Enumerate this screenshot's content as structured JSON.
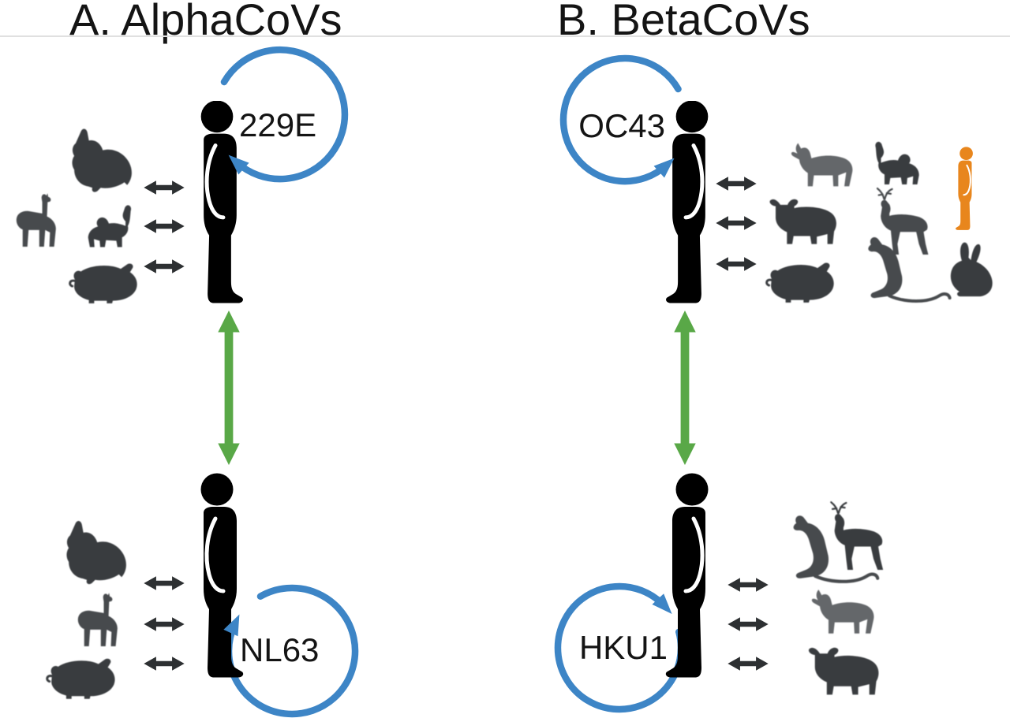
{
  "figure": {
    "panel_a": {
      "title": "A. AlphaCoVs",
      "top_virus": "229E",
      "top_animals": [
        "bat",
        "llama",
        "camel",
        "pig"
      ],
      "bottom_virus": "NL63",
      "bottom_animals": [
        "bat",
        "llama",
        "pig"
      ]
    },
    "panel_b": {
      "title": "B. BetaCoVs",
      "top_virus": "OC43",
      "top_animals": [
        "horse",
        "camel",
        "cow",
        "deer",
        "pig",
        "rat",
        "rabbit",
        "human"
      ],
      "bottom_virus": "HKU1",
      "bottom_animals": [
        "rat",
        "deer",
        "horse",
        "cow"
      ]
    }
  },
  "colors": {
    "human_loop": "#3d85c6",
    "cross_arrow": "#59a847",
    "animal_arrow": "#2d3032",
    "human": "#000000",
    "zoonotic_human": "#e8861d",
    "animal_dark": "#393c3f",
    "animal_mid": "#474a4d",
    "animal_light": "#64676a",
    "divider": "#e0e0e0",
    "text": "#141414"
  }
}
